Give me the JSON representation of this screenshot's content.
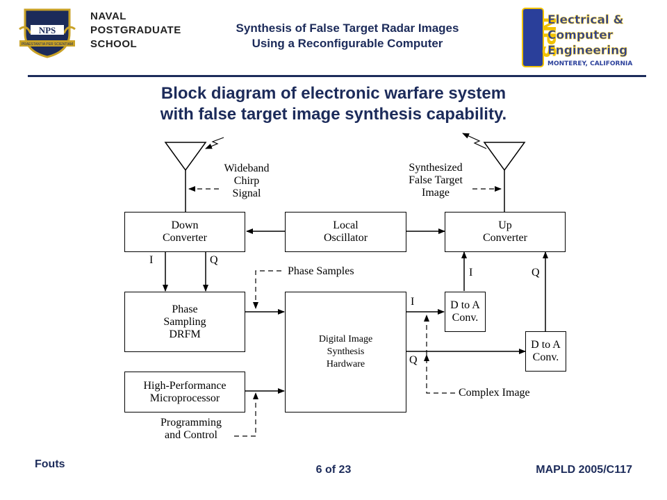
{
  "header": {
    "title_line1": "Synthesis of False Target Radar Images",
    "title_line2": "Using a Reconfigurable Computer",
    "nps_logo": {
      "shield_text": "NPS",
      "motto": "PRAESTANTIA PER SCIENTIAM",
      "line1": "NAVAL",
      "line2": "POSTGRADUATE",
      "line3": "SCHOOL"
    },
    "ece_logo": {
      "letters": "NPS",
      "line1": "Electrical &",
      "line2": "Computer",
      "line3": "Engineering",
      "location": "MONTEREY, CALIFORNIA"
    }
  },
  "main_title_line1": "Block diagram of electronic warfare system",
  "main_title_line2": "with false target image synthesis capability.",
  "diagram": {
    "down_converter": "Down\nConverter",
    "local_oscillator": "Local\nOscillator",
    "up_converter": "Up\nConverter",
    "phase_sampling": "Phase\nSampling\nDRFM",
    "digital_image": "Digital Image\nSynthesis\nHardware",
    "d_to_a_1": "D to A\nConv.",
    "d_to_a_2": "D to A\nConv.",
    "microprocessor": "High-Performance\nMicroprocessor",
    "wideband_label": "Wideband\nChirp\nSignal",
    "synth_label": "Synthesized\nFalse Target\nImage",
    "phase_samples_label": "Phase  Samples",
    "complex_image_label": "Complex  Image",
    "programming_label": "Programming\nand Control",
    "i_down": "I",
    "q_down": "Q",
    "i_dig": "I",
    "q_dig": "Q",
    "i_up": "I",
    "q_up": "Q"
  },
  "footer": {
    "author": "Fouts",
    "page": "6 of 23",
    "conference": "MAPLD 2005/C117"
  },
  "colors": {
    "navy": "#1c2b5a",
    "gold": "#c9a227",
    "ece_blue": "#2a3f9a",
    "ece_yellow": "#f2c200"
  }
}
